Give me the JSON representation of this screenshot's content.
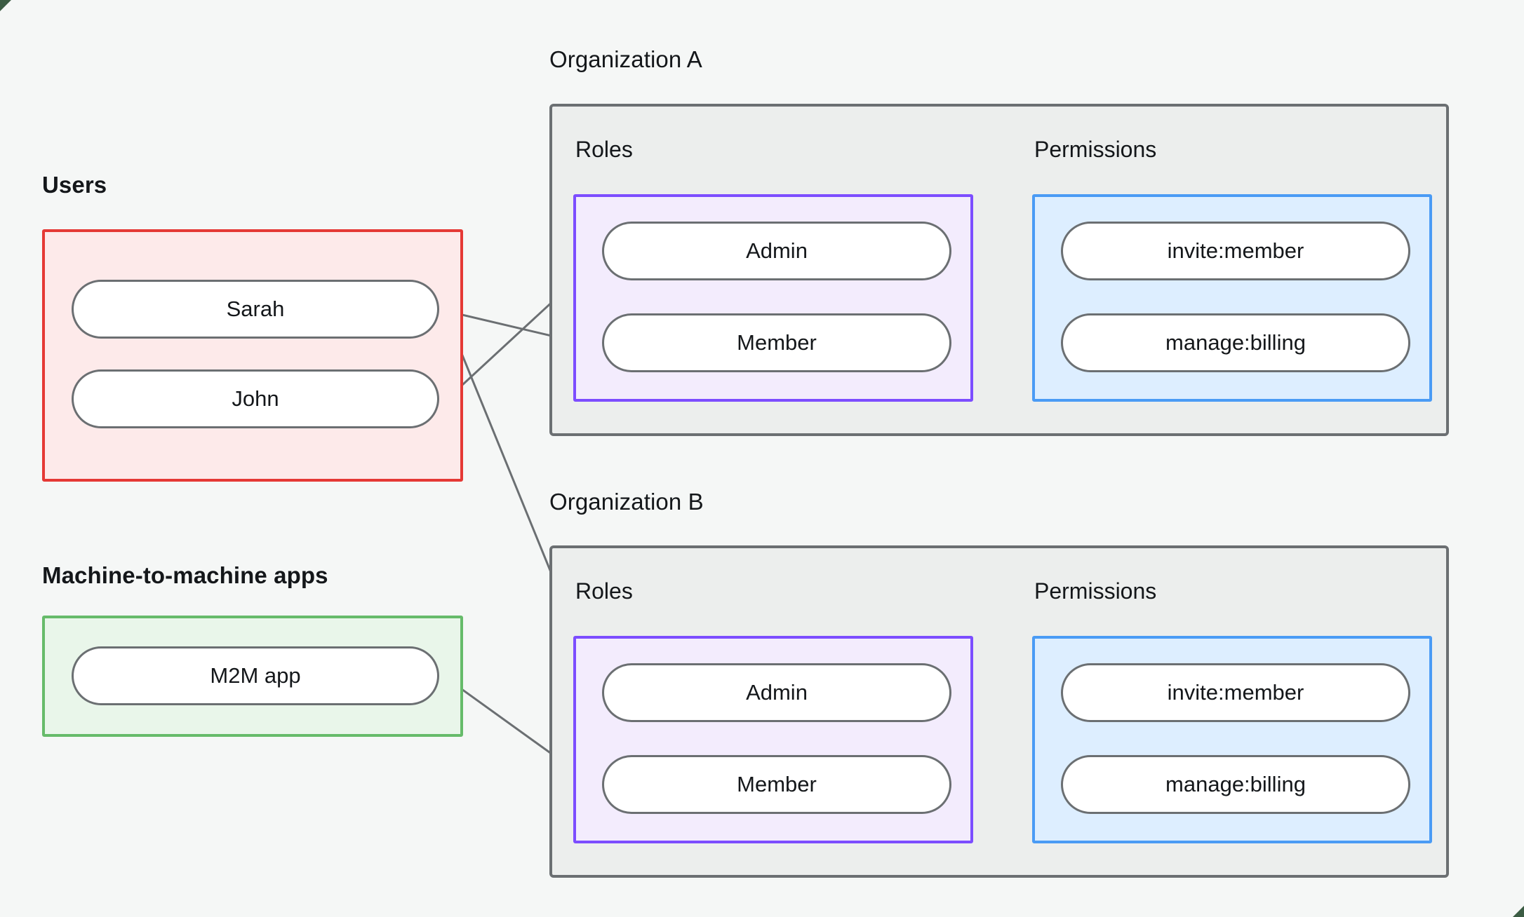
{
  "diagram": {
    "title_users": "Users",
    "title_m2m": "Machine-to-machine apps",
    "title_org_a": "Organization A",
    "title_org_b": "Organization B",
    "label_roles": "Roles",
    "label_permissions": "Permissions"
  },
  "users": {
    "label": "Users",
    "nodes": [
      {
        "id": "sarah",
        "label": "Sarah"
      },
      {
        "id": "john",
        "label": "John"
      }
    ]
  },
  "m2m": {
    "label": "Machine-to-machine apps",
    "nodes": [
      {
        "id": "m2m-app",
        "label": "M2M app"
      }
    ]
  },
  "organizations": [
    {
      "id": "org-a",
      "label": "Organization A",
      "roles_label": "Roles",
      "permissions_label": "Permissions",
      "roles": [
        {
          "id": "a-admin",
          "label": "Admin"
        },
        {
          "id": "a-member",
          "label": "Member"
        }
      ],
      "permissions": [
        {
          "id": "a-invite",
          "label": "invite:member"
        },
        {
          "id": "a-billing",
          "label": "manage:billing"
        }
      ]
    },
    {
      "id": "org-b",
      "label": "Organization B",
      "roles_label": "Roles",
      "permissions_label": "Permissions",
      "roles": [
        {
          "id": "b-admin",
          "label": "Admin"
        },
        {
          "id": "b-member",
          "label": "Member"
        }
      ],
      "permissions": [
        {
          "id": "b-invite",
          "label": "invite:member"
        },
        {
          "id": "b-billing",
          "label": "manage:billing"
        }
      ]
    }
  ],
  "edges": [
    {
      "from": "john",
      "to": "a-admin"
    },
    {
      "from": "sarah",
      "to": "a-member"
    },
    {
      "from": "sarah",
      "to": "b-admin"
    },
    {
      "from": "m2m-app",
      "to": "b-member"
    },
    {
      "from": "a-admin",
      "to": "a-invite"
    },
    {
      "from": "a-admin",
      "to": "a-billing"
    },
    {
      "from": "a-member",
      "to": "a-billing"
    },
    {
      "from": "b-admin",
      "to": "b-invite"
    },
    {
      "from": "b-admin",
      "to": "b-billing"
    },
    {
      "from": "b-member",
      "to": "b-billing"
    }
  ],
  "colors": {
    "background": "#f5f7f6",
    "users_border": "#e53935",
    "users_fill": "#fdeaea",
    "m2m_border": "#66bb6a",
    "m2m_fill": "#e9f6ea",
    "org_border": "#6b6f72",
    "org_fill": "#eceeed",
    "roles_border": "#7c4dff",
    "roles_fill": "#f3ecfd",
    "perms_border": "#4a9bf5",
    "perms_fill": "#ddeeff",
    "node_border": "#6b6f72",
    "node_fill": "#ffffff",
    "edge": "#6b6f72",
    "text": "#14171a"
  }
}
